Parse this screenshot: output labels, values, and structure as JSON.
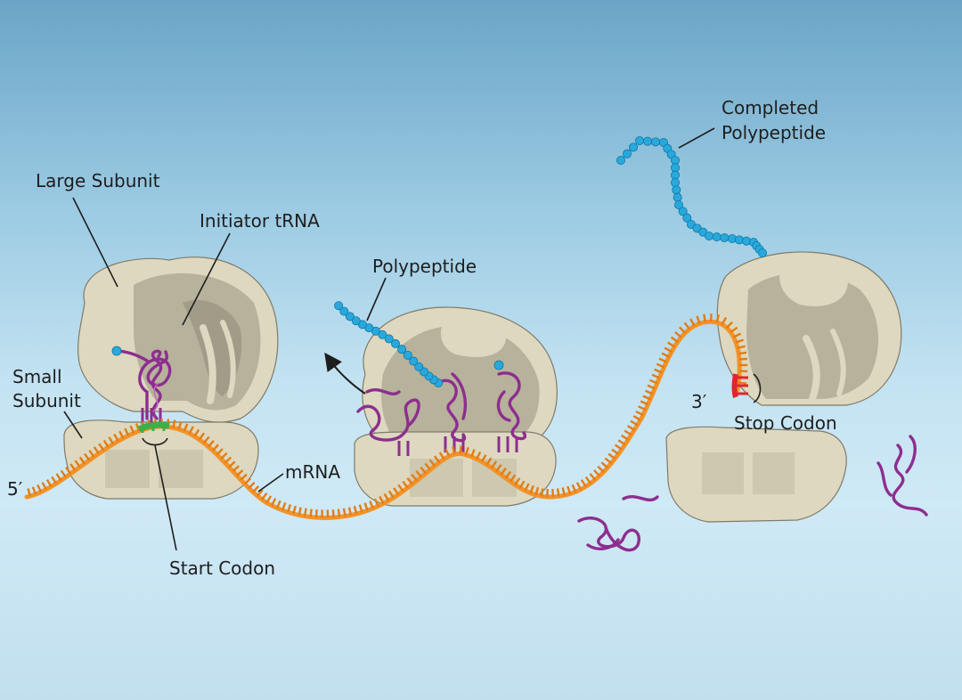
{
  "labels": {
    "large_subunit": "Large Subunit",
    "initiator_trna": "Initiator tRNA",
    "small_subunit_line1": "Small",
    "small_subunit_line2": "Subunit",
    "five_prime": "5′",
    "mrna": "mRNA",
    "start_codon": "Start Codon",
    "polypeptide": "Polypeptide",
    "completed_line1": "Completed",
    "completed_line2": "Polypeptide",
    "three_prime": "3′",
    "stop_codon": "Stop Codon"
  },
  "colors": {
    "mrna": "#f2932a",
    "mrna_teeth": "#e17d14",
    "start_codon": "#3fae49",
    "stop_codon": "#e0262c",
    "trna": "#8d2e8f",
    "polypeptide": "#29a8dc",
    "ribosome": "#ddd8bf"
  }
}
